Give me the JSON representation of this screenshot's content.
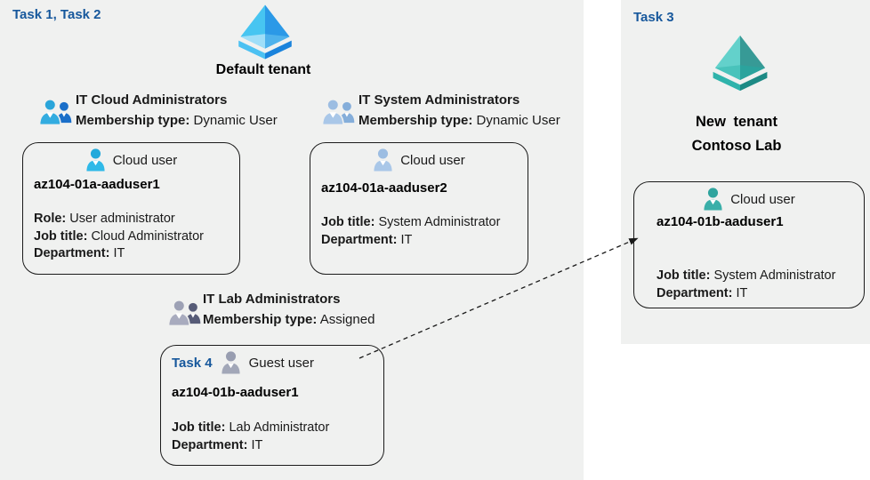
{
  "colors": {
    "accent_blue": "#17589c",
    "panel_bg": "#f0f1f0",
    "card_border": "#1b1b1b",
    "azure_icon_blue": [
      "#47c5f1",
      "#2b99e7",
      "#9fdef8",
      "#4fb2ec",
      "#4cc1f2",
      "#1a83dc"
    ],
    "azure_icon_teal": [
      "#63d1cb",
      "#379a96",
      "#49c3bb",
      "#2ba39d",
      "#2fb3ab",
      "#1d8a85"
    ]
  },
  "left_panel": {
    "task_label": "Task 1, Task 2",
    "tenant_icon": "azure-ad-icon-blue",
    "tenant_name": "Default tenant"
  },
  "groups": [
    {
      "icon": "group-icon-blue",
      "title": "IT Cloud Administrators",
      "membership_label": "Membership type:",
      "membership_value": "Dynamic User"
    },
    {
      "icon": "group-icon-lightblue",
      "title": "IT System Administrators",
      "membership_label": "Membership type:",
      "membership_value": "Dynamic User"
    },
    {
      "icon": "group-icon-gray",
      "title": "IT Lab Administrators",
      "membership_label": "Membership type:",
      "membership_value": "Assigned"
    }
  ],
  "cards": [
    {
      "icon": "user-icon-cyan",
      "user_type": "Cloud user",
      "username": "az104-01a-aaduser1",
      "fields": [
        {
          "label": "Role:",
          "value": "User administrator"
        },
        {
          "label": "Job title:",
          "value": "Cloud Administrator"
        },
        {
          "label": "Department:",
          "value": "IT"
        }
      ]
    },
    {
      "icon": "user-icon-lightblue",
      "user_type": "Cloud user",
      "username": "az104-01a-aaduser2",
      "fields": [
        {
          "label": "Job title:",
          "value": "System Administrator"
        },
        {
          "label": "Department:",
          "value": "IT"
        }
      ]
    },
    {
      "task_label": "Task 4",
      "icon": "user-icon-gray",
      "user_type": "Guest user",
      "username": "az104-01b-aaduser1",
      "fields": [
        {
          "label": "Job title:",
          "value": "Lab Administrator"
        },
        {
          "label": "Department:",
          "value": "IT"
        }
      ]
    }
  ],
  "right_panel": {
    "task_label": "Task 3",
    "tenant_icon": "azure-ad-icon-teal",
    "tenant_name_line1": "New tenant",
    "tenant_name_line2": "Contoso Lab",
    "card": {
      "icon": "user-icon-teal",
      "user_type": "Cloud user",
      "username": "az104-01b-aaduser1",
      "fields": [
        {
          "label": "Job title:",
          "value": "System Administrator"
        },
        {
          "label": "Department:",
          "value": "IT"
        }
      ]
    }
  },
  "connector": {
    "type": "dashed-arrow",
    "from": "guest-user-card",
    "to": "new-tenant-cloud-user-card"
  }
}
